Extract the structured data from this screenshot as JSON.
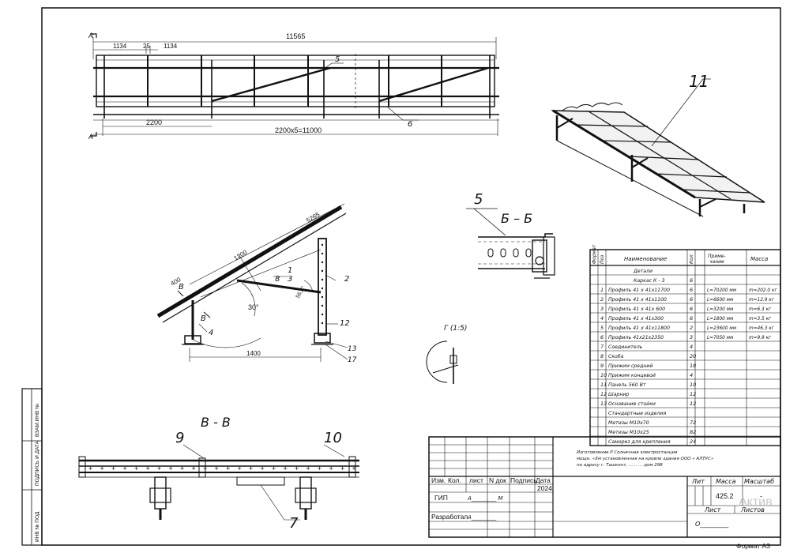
{
  "top_view": {
    "dim_total": "11565",
    "dim_left": "1134",
    "dim_gap": "25",
    "dim_right": "1134",
    "dim_span": "2200",
    "dim_bottom": "2200х5=11000",
    "section_mark_a": "А",
    "callout_5": "5",
    "callout_6": "6"
  },
  "iso_view": {
    "callout_11": "11"
  },
  "side_view": {
    "dim_5265": "5265",
    "dim_1200": "1200",
    "dim_400": "400",
    "dim_1400": "1400",
    "angle_30": "30°",
    "angle_2": "56,3°",
    "mark_b1": "В",
    "mark_b2": "В",
    "callouts": [
      "1",
      "2",
      "3",
      "4",
      "8",
      "12",
      "13",
      "17"
    ]
  },
  "section_bb": {
    "callout": "5",
    "title": "Б – Б"
  },
  "detail_g": {
    "title": "Г (1:5)"
  },
  "section_vv": {
    "title": "В - В",
    "callout_9": "9",
    "callout_10": "10",
    "callout_7": "7"
  },
  "spec_table": {
    "headers": [
      "Поз",
      "Наименование",
      "Кол",
      "Приме-\nчание",
      "Масса"
    ],
    "rows": [
      {
        "pos": "",
        "name": "Детали",
        "qty": "",
        "note": "",
        "mass": ""
      },
      {
        "pos": "",
        "name": "Каркас  К - 3",
        "qty": "6",
        "note": "",
        "mass": ""
      },
      {
        "pos": "1",
        "name": "Профиль 41 х 41х11700",
        "qty": "6",
        "note": "L=70200  мм",
        "mass": "m=202.0  кг"
      },
      {
        "pos": "2",
        "name": "Профиль 41 х 41х1100",
        "qty": "6",
        "note": "L=6600  мм",
        "mass": "m=12.9  кг"
      },
      {
        "pos": "3",
        "name": "Профиль 41 х 41х 600",
        "qty": "6",
        "note": "L=3200  мм",
        "mass": "m=6.3  кг"
      },
      {
        "pos": "4",
        "name": "Профиль 41 х 41х300",
        "qty": "6",
        "note": "L=1800  мм",
        "mass": "m=3.5  кг"
      },
      {
        "pos": "5",
        "name": "Профиль 41 х 41х11800",
        "qty": "2",
        "note": "L=23600  мм",
        "mass": "m=46.3  кг"
      },
      {
        "pos": "6",
        "name": "Профиль 41х21х2350",
        "qty": "3",
        "note": "L=7050  мм",
        "mass": "m=9.9  кг"
      },
      {
        "pos": "7",
        "name": "Соединитель",
        "qty": "4",
        "note": "",
        "mass": ""
      },
      {
        "pos": "8",
        "name": "Скоба",
        "qty": "20",
        "note": "",
        "mass": ""
      },
      {
        "pos": "9",
        "name": "Прижим  средний",
        "qty": "18",
        "note": "",
        "mass": ""
      },
      {
        "pos": "10",
        "name": "Прижим  концевой",
        "qty": "4",
        "note": "",
        "mass": ""
      },
      {
        "pos": "11",
        "name": "Панель    560  Вт",
        "qty": "10",
        "note": "",
        "mass": ""
      },
      {
        "pos": "12",
        "name": "Шарнир",
        "qty": "12",
        "note": "",
        "mass": ""
      },
      {
        "pos": "13",
        "name": "Основание стойки",
        "qty": "12",
        "note": "",
        "mass": ""
      },
      {
        "pos": "",
        "name": "Стандартные       изделия",
        "qty": "",
        "note": "",
        "mass": ""
      },
      {
        "pos": "",
        "name": "Метизы    М10х70",
        "qty": "72",
        "note": "",
        "mass": ""
      },
      {
        "pos": "",
        "name": "Метизы    М10х25",
        "qty": "82",
        "note": "",
        "mass": ""
      },
      {
        "pos": "",
        "name": "Саморез      для   крепления",
        "qty": "24",
        "note": "",
        "mass": ""
      }
    ]
  },
  "title_block": {
    "col_izm": "Изм.",
    "col_kol": "Кол.",
    "col_list": "лист",
    "col_ndok": "N док",
    "col_podp": "Подпись",
    "col_data": "Дата",
    "year": "2024",
    "gip": "ГИП",
    "gip_name": "А_________ М",
    "razrab": "Разработал",
    "razrab_name": "А_________",
    "note_line1": "Изготовление  Р                                Солнечная  электростанция",
    "note_line2": "мощн.          «Хм установленная на кровле здания  ООО «          АЛТУС»",
    "note_line3": "по адресу г. Ташкент, ......                                             ...  дом 298",
    "lit": "Лит",
    "massa": "Масса",
    "masshtab": "Масштаб",
    "mass_value": "425.2",
    "scale_value": "-",
    "list": "Лист",
    "listov": "Листов",
    "company": "О_________",
    "format": "Формат А3"
  },
  "side_stamp": {
    "col1": "ИНВ № ПОД",
    "col2": "ПОДПИСЬ И ДАТА",
    "col3": "ВЗАМ.ИНВ №"
  },
  "watermark": "Актив"
}
